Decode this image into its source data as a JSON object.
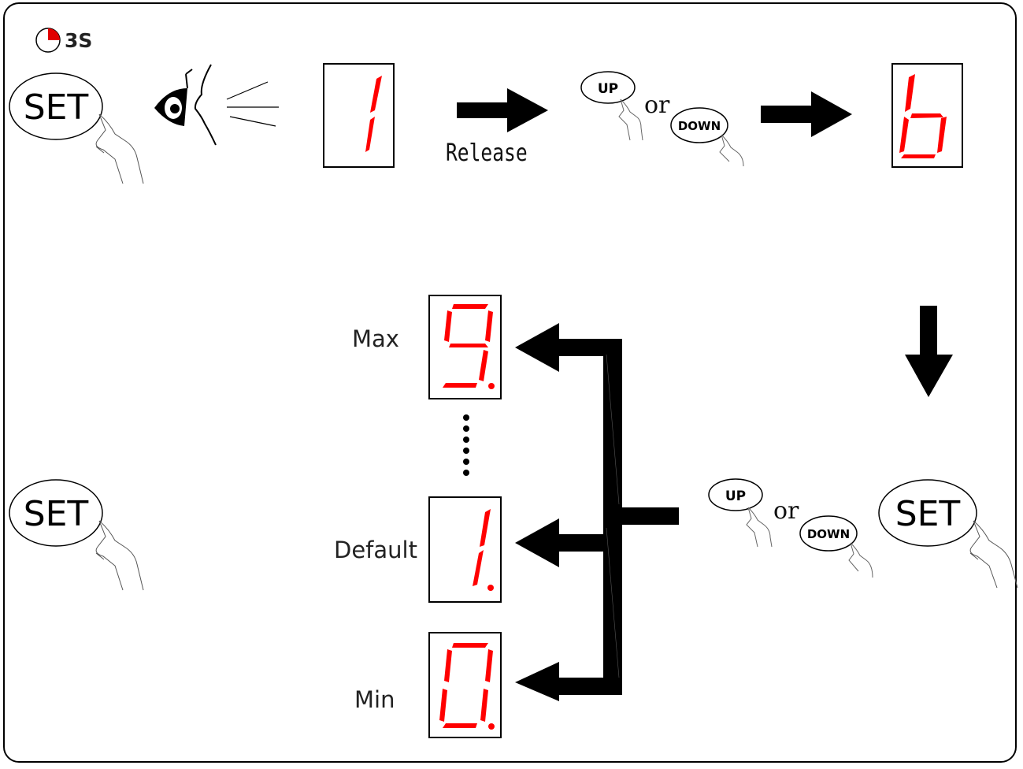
{
  "timer": {
    "label": "3S"
  },
  "step1": {
    "set_button": "SET",
    "release_text": "Release",
    "up_button": "UP",
    "or_text": "or",
    "down_button": "DOWN"
  },
  "displays": {
    "step_display": "1",
    "parameter_display": "b"
  },
  "range": {
    "max_label": "Max",
    "default_label": "Default",
    "min_label": "Min",
    "max_value": "9.",
    "default_value": "1.",
    "min_value": "0."
  },
  "step2": {
    "up_button": "UP",
    "or_text": "or",
    "down_button": "DOWN",
    "set_button": "SET"
  },
  "step3": {
    "set_button": "SET"
  },
  "colors": {
    "segment": "#ff0000",
    "frame": "#000000",
    "arrow": "#000000"
  }
}
